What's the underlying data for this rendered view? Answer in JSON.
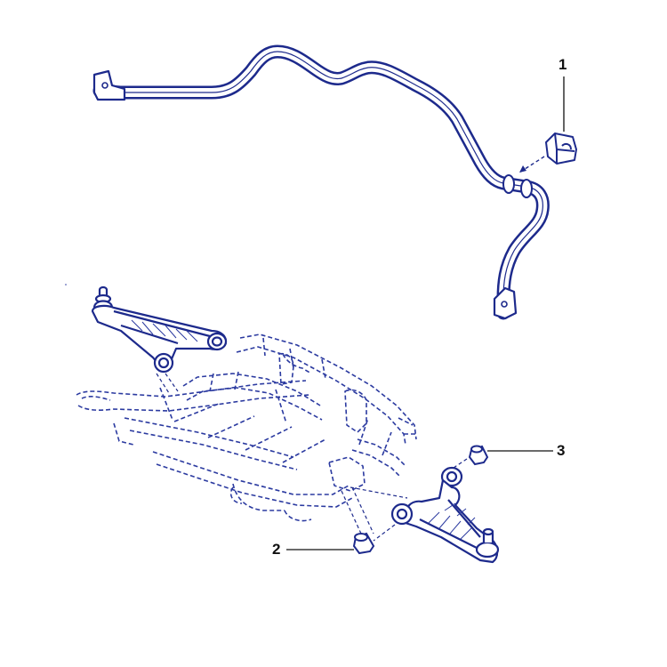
{
  "callouts": {
    "one": "1",
    "two": "2",
    "three": "3"
  },
  "colors": {
    "outline": "#1d2a8c",
    "fill": "#ffffff",
    "hatch": "#2b3aa0",
    "leader": "#111111",
    "background": "#ffffff"
  },
  "parts": [
    "anti-roll-bar",
    "anti-roll-bar-bush",
    "lower-arm-left",
    "lower-arm-right",
    "subframe",
    "rear-arm-bush",
    "front-arm-bush"
  ]
}
